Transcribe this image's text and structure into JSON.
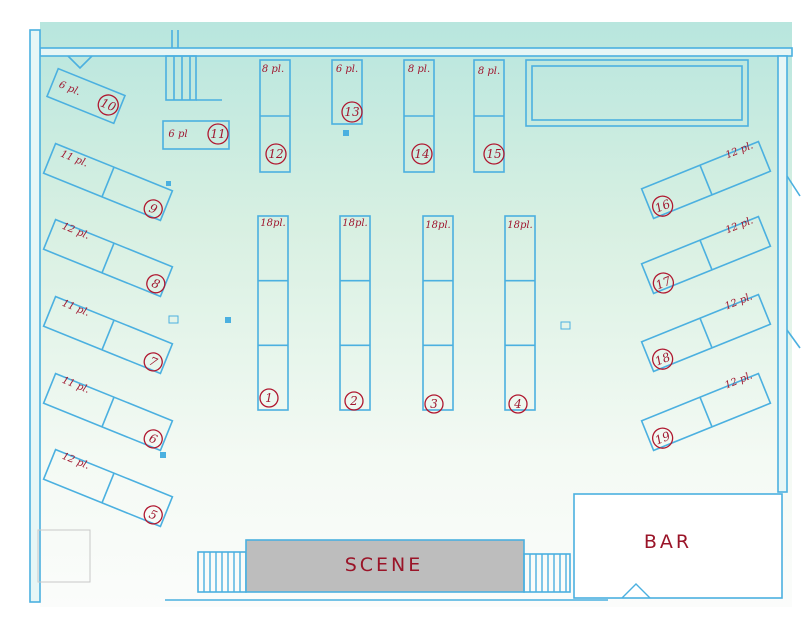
{
  "colors": {
    "line": "#4bb0e0",
    "ink": "#a01830",
    "stage_fill": "#bdbdbd",
    "grad_top": "#b8e6de",
    "grad_mid": "#d8f0e2",
    "grad_bottom": "#f8fbf8"
  },
  "labels": {
    "stage": "SCENE",
    "bar": "BAR"
  },
  "tables": [
    {
      "id": "1",
      "seats": "18pl."
    },
    {
      "id": "2",
      "seats": "18pl."
    },
    {
      "id": "3",
      "seats": "18pl."
    },
    {
      "id": "4",
      "seats": "18pl."
    },
    {
      "id": "5",
      "seats": "12 pl."
    },
    {
      "id": "6",
      "seats": "11 pl."
    },
    {
      "id": "7",
      "seats": "11 pl."
    },
    {
      "id": "8",
      "seats": "12 pl."
    },
    {
      "id": "9",
      "seats": "11 pl."
    },
    {
      "id": "10",
      "seats": "6 pl."
    },
    {
      "id": "11",
      "seats": "6 pl"
    },
    {
      "id": "12",
      "seats": "8 pl."
    },
    {
      "id": "13",
      "seats": "6 pl."
    },
    {
      "id": "14",
      "seats": "8 pl."
    },
    {
      "id": "15",
      "seats": "8 pl."
    },
    {
      "id": "16",
      "seats": "12 pl."
    },
    {
      "id": "17",
      "seats": "12 pl."
    },
    {
      "id": "18",
      "seats": "12 pl."
    },
    {
      "id": "19",
      "seats": "12 pl."
    }
  ]
}
